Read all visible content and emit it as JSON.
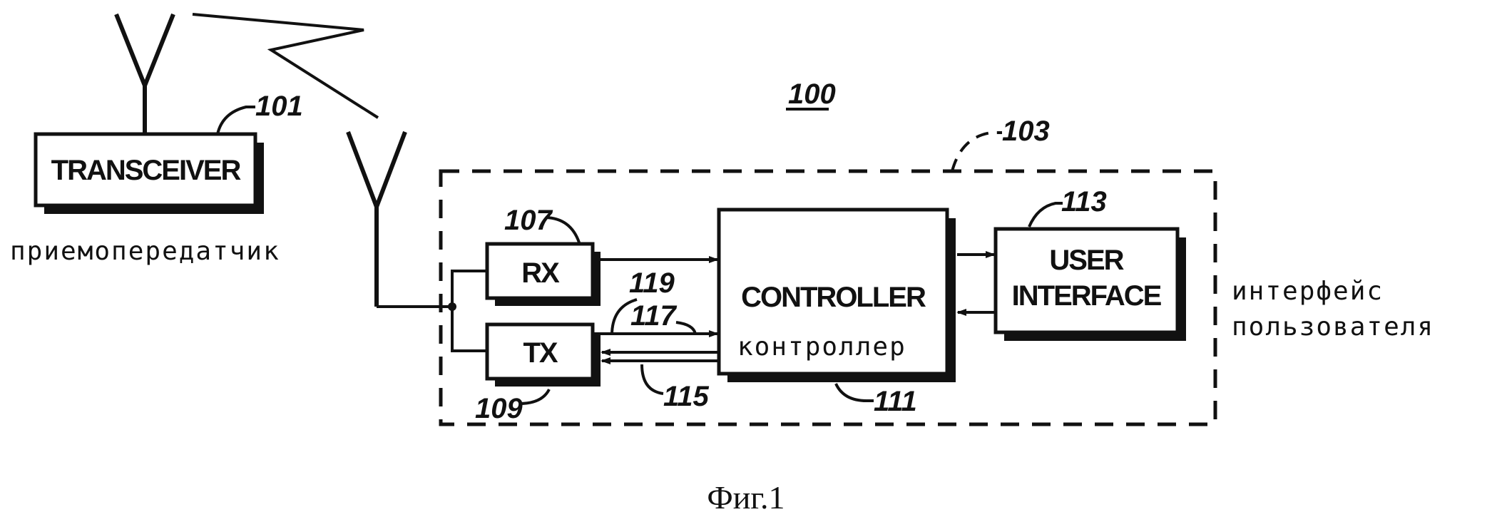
{
  "figure_number": "100",
  "refs": {
    "transceiver": "101",
    "device": "103",
    "rx": "107",
    "tx": "109",
    "controller": "111",
    "user_interface": "113",
    "line_115": "115",
    "line_117": "117",
    "line_119": "119"
  },
  "blocks": {
    "transceiver": "TRANSCEIVER",
    "rx": "RX",
    "tx": "TX",
    "controller": "CONTROLLER",
    "user_interface_line1": "USER",
    "user_interface_line2": "INTERFACE"
  },
  "russian_labels": {
    "transceiver": "приемопередатчик",
    "controller": "контроллер",
    "user_interface_line1": "интерфейс",
    "user_interface_line2": "пользователя"
  },
  "caption": "Фиг.1"
}
